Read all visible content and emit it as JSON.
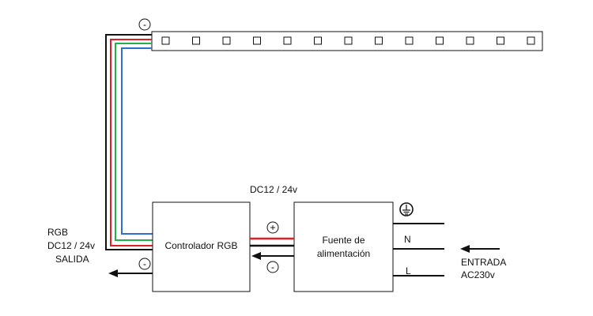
{
  "colors": {
    "wire_black": "#111111",
    "wire_red": "#e31e24",
    "wire_green": "#22b24c",
    "wire_blue": "#2e6fd0",
    "background": "#ffffff"
  },
  "led_strip": {
    "polarity_symbol": "-",
    "led_count": 13
  },
  "controller": {
    "label": "Controlador RGB"
  },
  "power_supply": {
    "label_line1": "Fuente de",
    "label_line2": "alimentación"
  },
  "dc_link": {
    "label": "DC12 / 24v",
    "plus_symbol": "+",
    "minus_symbol": "-"
  },
  "output": {
    "line1": "RGB",
    "line2": "DC12 / 24v",
    "line3": "SALIDA",
    "minus_symbol": "-"
  },
  "mains": {
    "neutral": "N",
    "live": "L",
    "ground_icon": "ground-icon",
    "input_line1": "ENTRADA",
    "input_line2": "AC230v"
  }
}
